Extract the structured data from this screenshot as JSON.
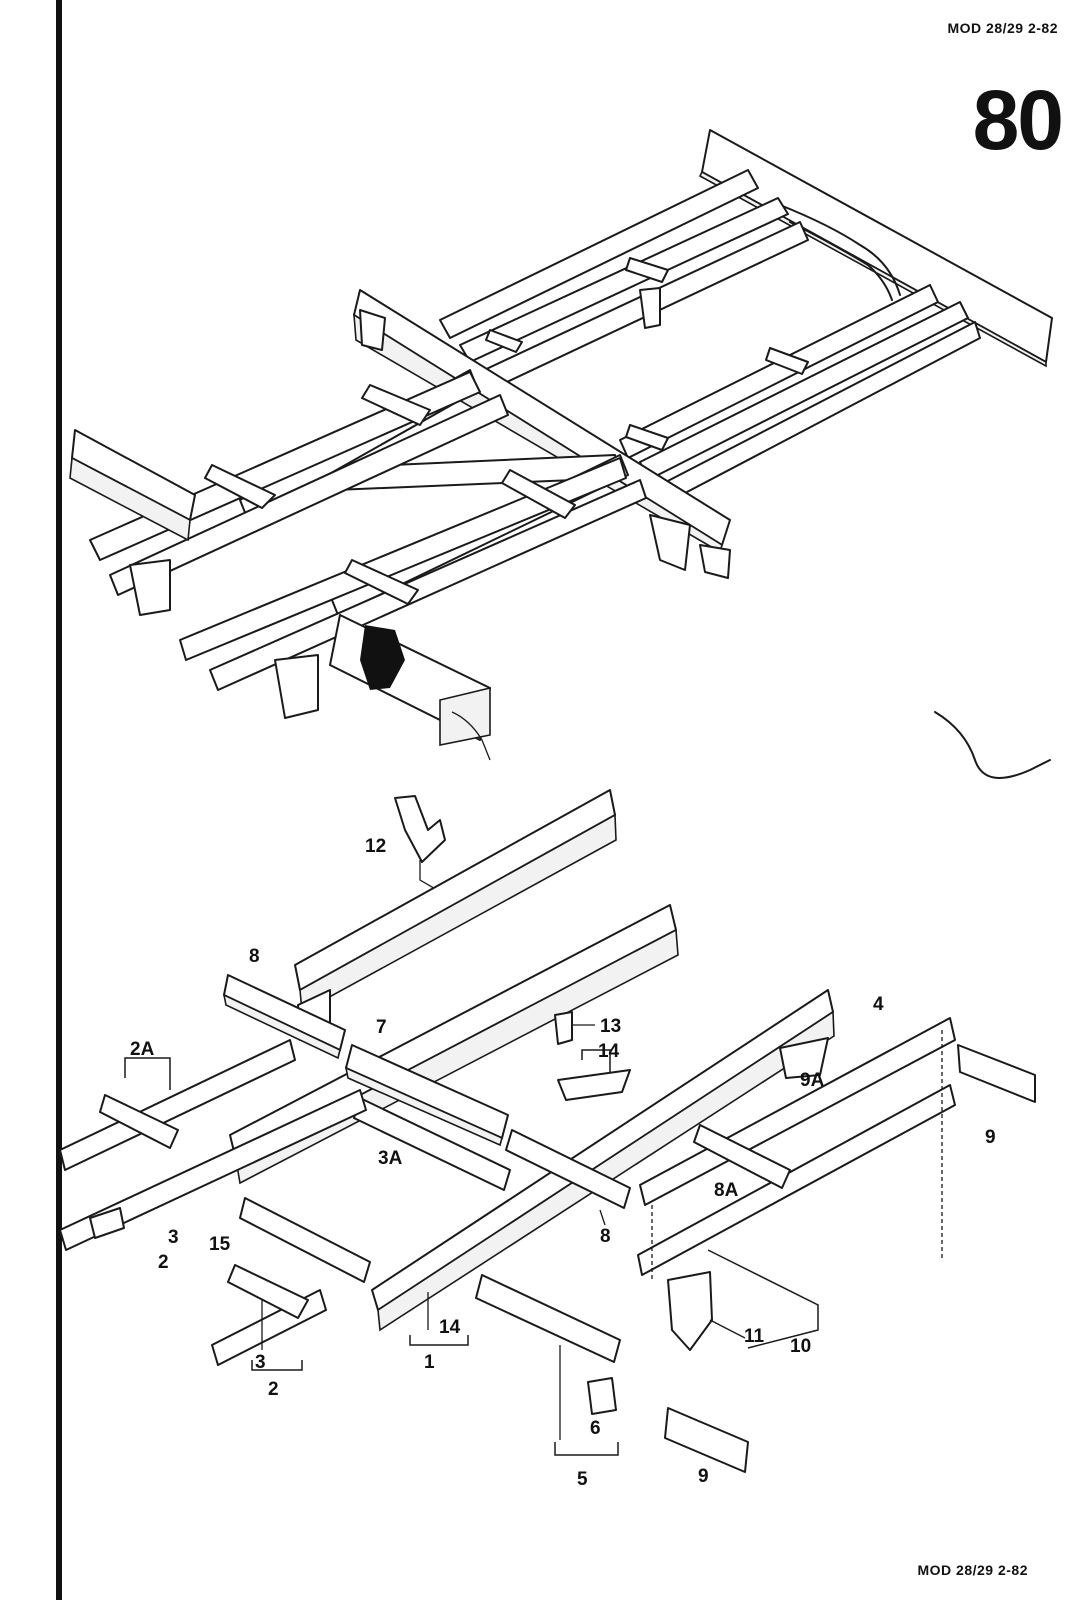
{
  "header": {
    "model_code_top": "MOD 28/29  2-82",
    "model_code_bottom": "MOD 28/29  2-82",
    "page_number": "80"
  },
  "callouts": {
    "c12": "12",
    "c8a": "8",
    "c2a": "2A",
    "c7": "7",
    "c13": "13",
    "c14a": "14",
    "c4": "4",
    "c9a": "9A",
    "c9b": "9",
    "c3a": "3A",
    "c8b": "8A",
    "c8c": "8",
    "c3b": "3",
    "c2b": "2",
    "c15": "15",
    "c14b": "14",
    "c1": "1",
    "c3c": "3",
    "c2c": "2",
    "c11": "11",
    "c10": "10",
    "c6": "6",
    "c5": "5",
    "c9c": "9"
  }
}
